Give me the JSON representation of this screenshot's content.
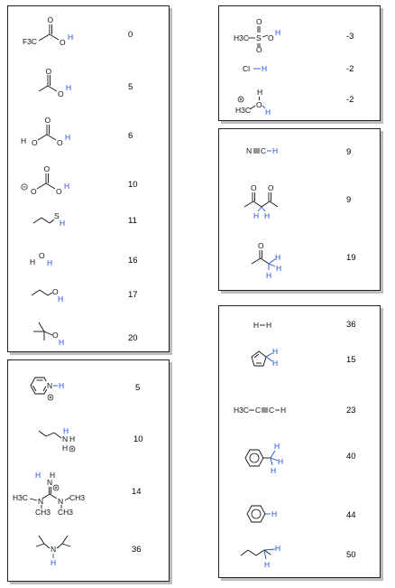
{
  "colors": {
    "acidic_hydrogen": "#1f4fd8",
    "atom": "#111111",
    "panel_shadow": "#bdbdbd"
  },
  "panels": [
    {
      "name": "oxygen-acids",
      "entries": [
        {
          "molecule": "trifluoroacetic acid",
          "atom_labels": [
            "F3C",
            "O",
            "O",
            "H"
          ],
          "pka": "0"
        },
        {
          "molecule": "acetic acid",
          "atom_labels": [
            "O",
            "O",
            "H"
          ],
          "pka": "5"
        },
        {
          "molecule": "carbonic acid",
          "atom_labels": [
            "H",
            "O",
            "O",
            "O",
            "H"
          ],
          "pka": "6"
        },
        {
          "molecule": "bicarbonate",
          "atom_labels": [
            "O",
            "O",
            "O",
            "H"
          ],
          "pka": "10"
        },
        {
          "molecule": "ethanethiol",
          "atom_labels": [
            "S",
            "H"
          ],
          "pka": "11"
        },
        {
          "molecule": "water",
          "atom_labels": [
            "H",
            "O",
            "H"
          ],
          "pka": "16"
        },
        {
          "molecule": "ethanol",
          "atom_labels": [
            "O",
            "H"
          ],
          "pka": "17"
        },
        {
          "molecule": "tert-butanol",
          "atom_labels": [
            "O",
            "H"
          ],
          "pka": "20"
        }
      ]
    },
    {
      "name": "nitrogen-acids",
      "entries": [
        {
          "molecule": "pyridinium",
          "atom_labels": [
            "N",
            "H"
          ],
          "pka": "5"
        },
        {
          "molecule": "propylammonium",
          "atom_labels": [
            "N",
            "H",
            "H",
            "H"
          ],
          "pka": "10"
        },
        {
          "molecule": "tetramethylguanidinium",
          "atom_labels": [
            "H",
            "N",
            "H",
            "H3C",
            "N",
            "N",
            "CH3",
            "CH3",
            "CH3"
          ],
          "pka": "14"
        },
        {
          "molecule": "diisopropylamine",
          "atom_labels": [
            "N",
            "H"
          ],
          "pka": "36"
        }
      ]
    },
    {
      "name": "strong-acids",
      "entries": [
        {
          "molecule": "methanesulfonic acid",
          "atom_labels": [
            "H3C",
            "S",
            "O",
            "O",
            "O",
            "H"
          ],
          "pka": "-3"
        },
        {
          "molecule": "hydrochloric acid",
          "atom_labels": [
            "Cl",
            "H"
          ],
          "pka": "-2"
        },
        {
          "molecule": "methyloxonium",
          "atom_labels": [
            "H",
            "H3C",
            "O",
            "H"
          ],
          "pka": "-2"
        }
      ]
    },
    {
      "name": "carbon-acids-activated",
      "entries": [
        {
          "molecule": "hydrogen cyanide",
          "atom_labels": [
            "N",
            "C",
            "H"
          ],
          "pka": "9"
        },
        {
          "molecule": "acetylacetone",
          "atom_labels": [
            "O",
            "O",
            "H",
            "H"
          ],
          "pka": "9"
        },
        {
          "molecule": "acetone",
          "atom_labels": [
            "O",
            "H",
            "H",
            "H"
          ],
          "pka": "19"
        }
      ]
    },
    {
      "name": "hydrocarbons",
      "entries": [
        {
          "molecule": "hydrogen",
          "atom_labels": [
            "H",
            "H"
          ],
          "pka": "36"
        },
        {
          "molecule": "cyclopentadiene",
          "atom_labels": [
            "H",
            "H"
          ],
          "pka": "15"
        },
        {
          "molecule": "propyne",
          "atom_labels": [
            "H3C",
            "C",
            "C",
            "H"
          ],
          "pka": "23"
        },
        {
          "molecule": "toluene",
          "atom_labels": [
            "H",
            "H",
            "H"
          ],
          "pka": "40"
        },
        {
          "molecule": "benzene",
          "atom_labels": [
            "H"
          ],
          "pka": "44"
        },
        {
          "molecule": "butane",
          "atom_labels": [
            "H",
            "H"
          ],
          "pka": "50"
        }
      ]
    }
  ]
}
